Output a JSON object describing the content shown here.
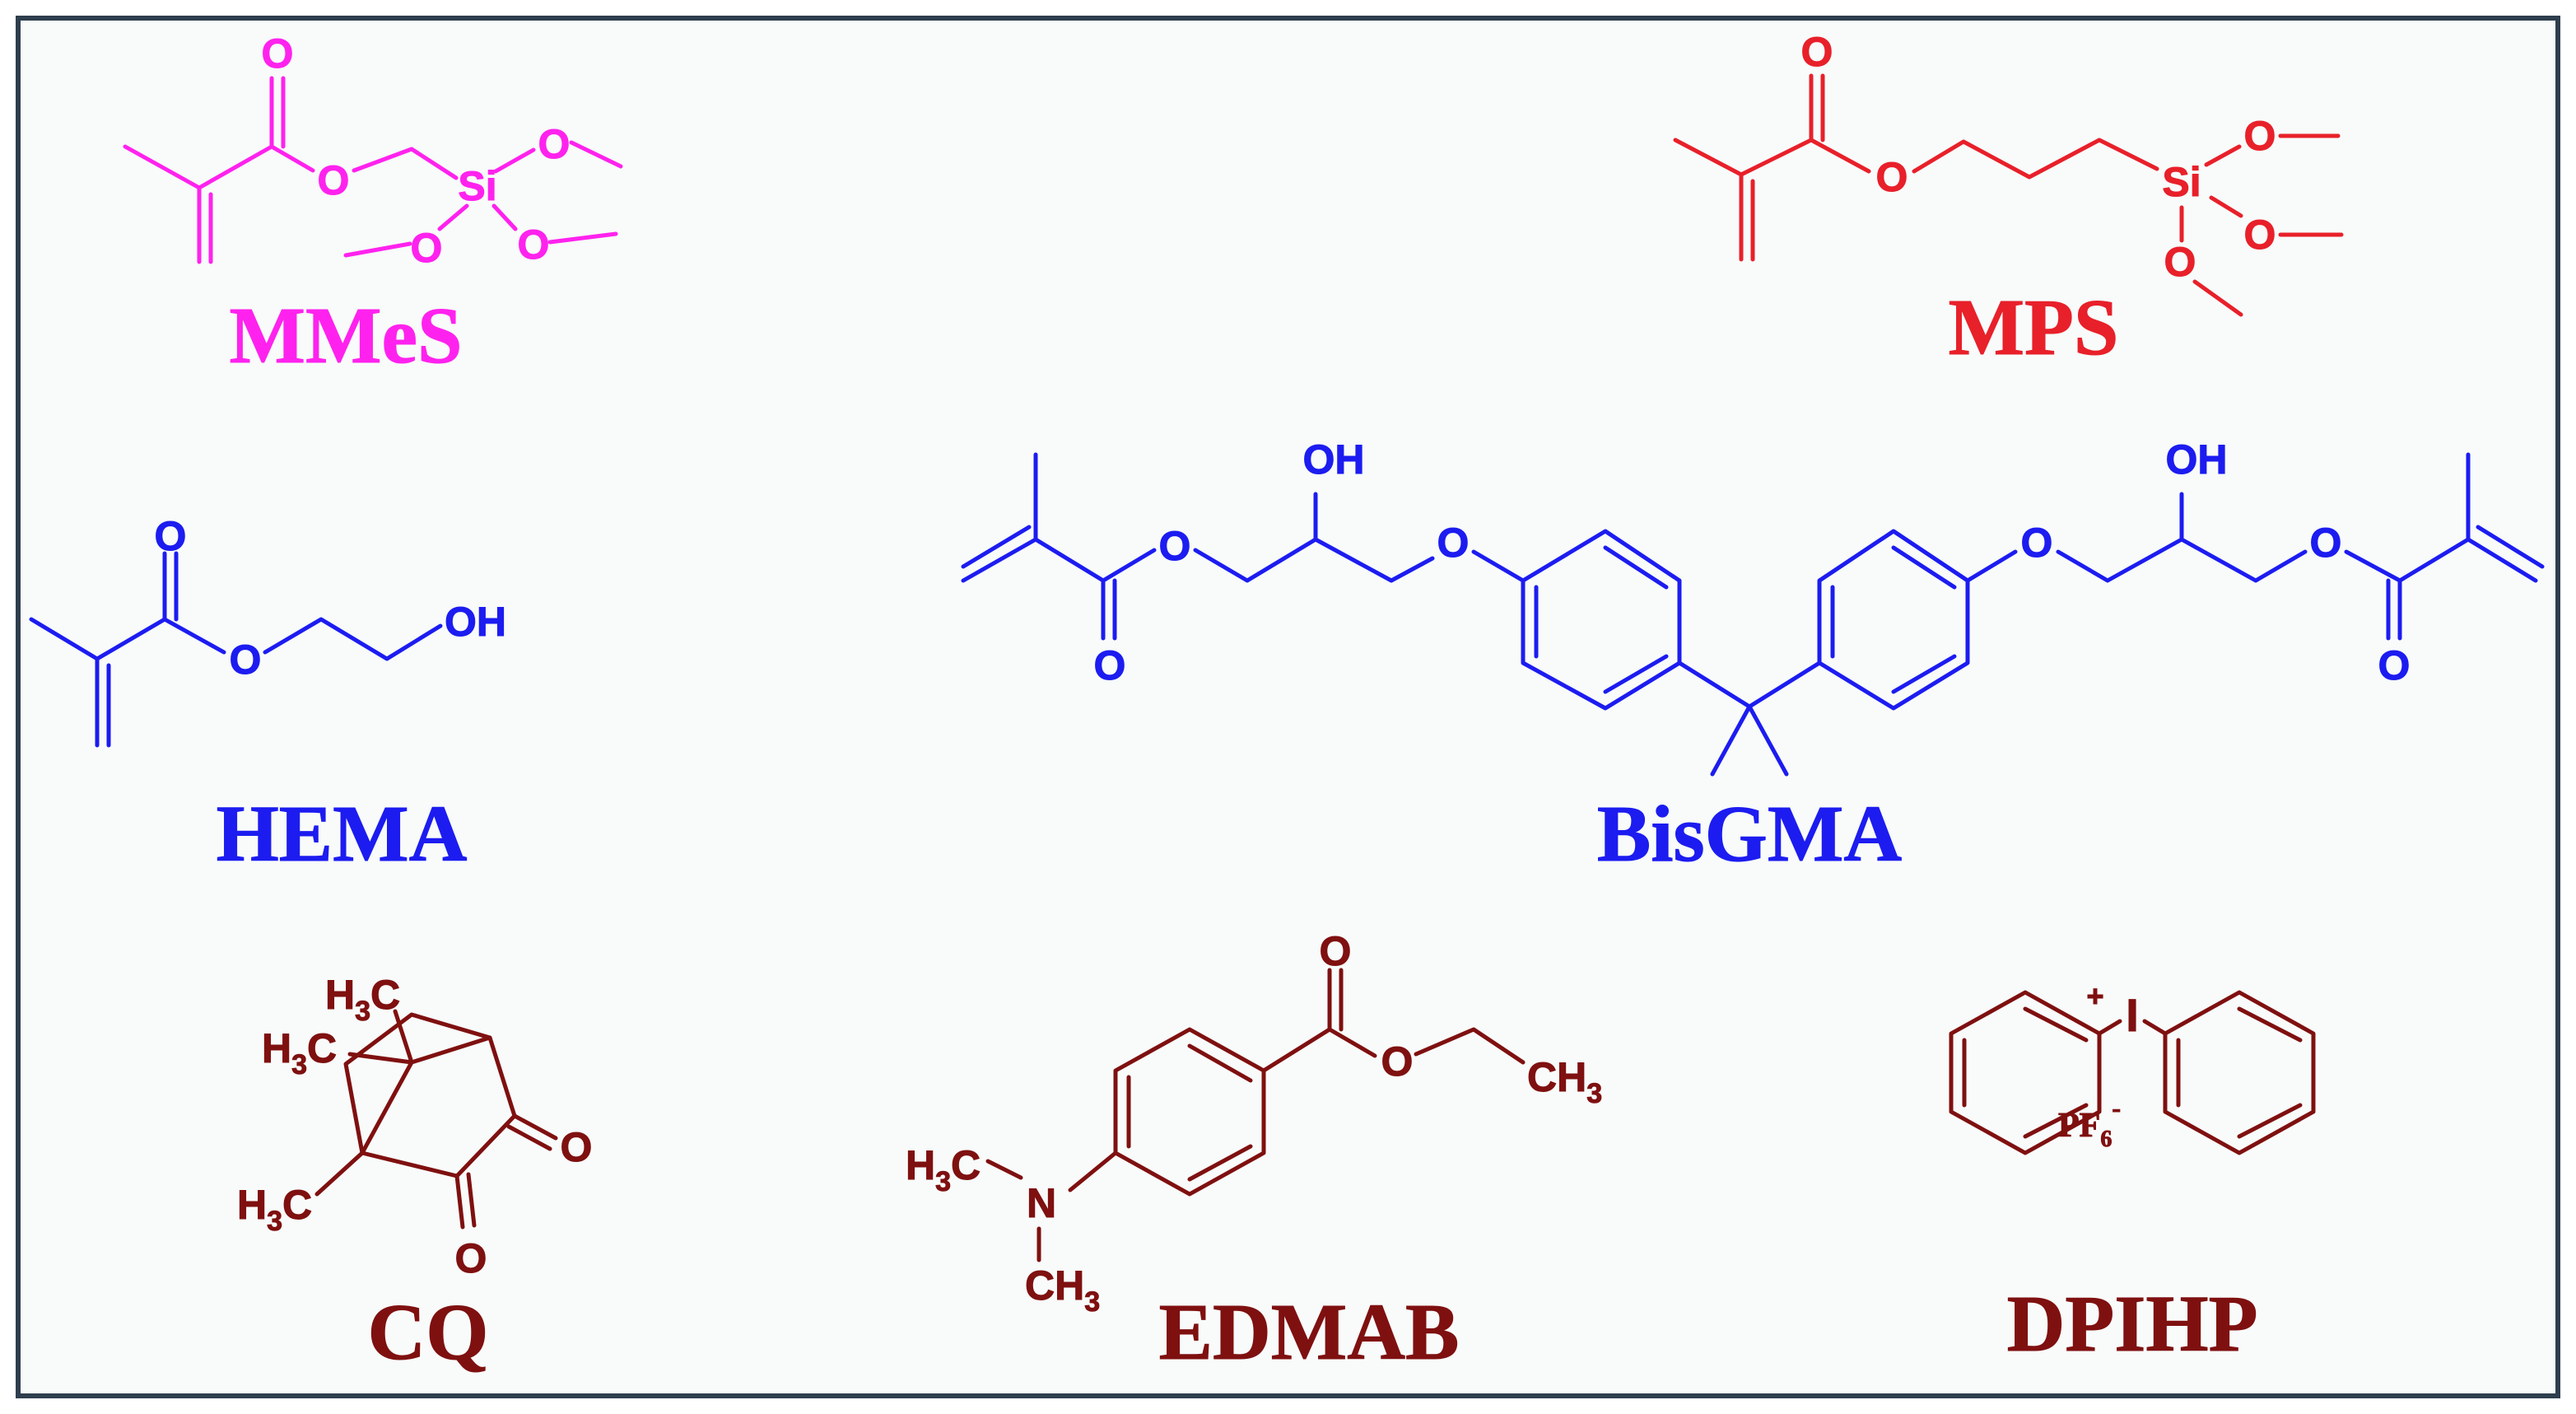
{
  "colors": {
    "panel_bg": "#f8fbfa",
    "frame": "#2e3e4e",
    "mmes": "#ff22ee",
    "mps": "#e8202a",
    "methacrylate": "#1c1cf0",
    "initiator": "#7f1010"
  },
  "molecules": {
    "mmes": {
      "name": "MMeS",
      "atoms": {
        "o1": "O",
        "o2": "O",
        "si": "Si",
        "o3": "O",
        "o4": "O",
        "o5": "O"
      }
    },
    "mps": {
      "name": "MPS",
      "atoms": {
        "o1": "O",
        "o2": "O",
        "si": "Si",
        "o3": "O",
        "o4": "O",
        "o5": "O"
      }
    },
    "hema": {
      "name": "HEMA",
      "atoms": {
        "o1": "O",
        "o2": "O",
        "oh": "OH"
      }
    },
    "bisgma": {
      "name": "BisGMA",
      "atoms": {
        "o_left_carbonyl": "O",
        "o_left_ester": "O",
        "oh_left": "OH",
        "o_left_ether": "O",
        "o_right_ether": "O",
        "oh_right": "OH",
        "o_right_ester": "O",
        "o_right_carbonyl": "O"
      }
    },
    "cq": {
      "name": "CQ",
      "atoms": {
        "h1": "H",
        "n1": "3",
        "c1": "C",
        "h2": "H",
        "n2": "3",
        "c2": "C",
        "h3": "H",
        "n3": "3",
        "c3": "C",
        "o1": "O",
        "o2": "O"
      }
    },
    "edmab": {
      "name": "EDMAB",
      "atoms": {
        "o1": "O",
        "o2": "O",
        "ch": "CH",
        "ch_n": "3",
        "n": "N",
        "h_left": "H",
        "h_left_n": "3",
        "c_left": "C",
        "ch_down": "CH",
        "ch_down_n": "3"
      }
    },
    "dpihp": {
      "name": "DPIHP",
      "atoms": {
        "plus": "+",
        "iodine": "I",
        "pf": "PF",
        "pf_n": "6",
        "minus": "-"
      }
    }
  }
}
